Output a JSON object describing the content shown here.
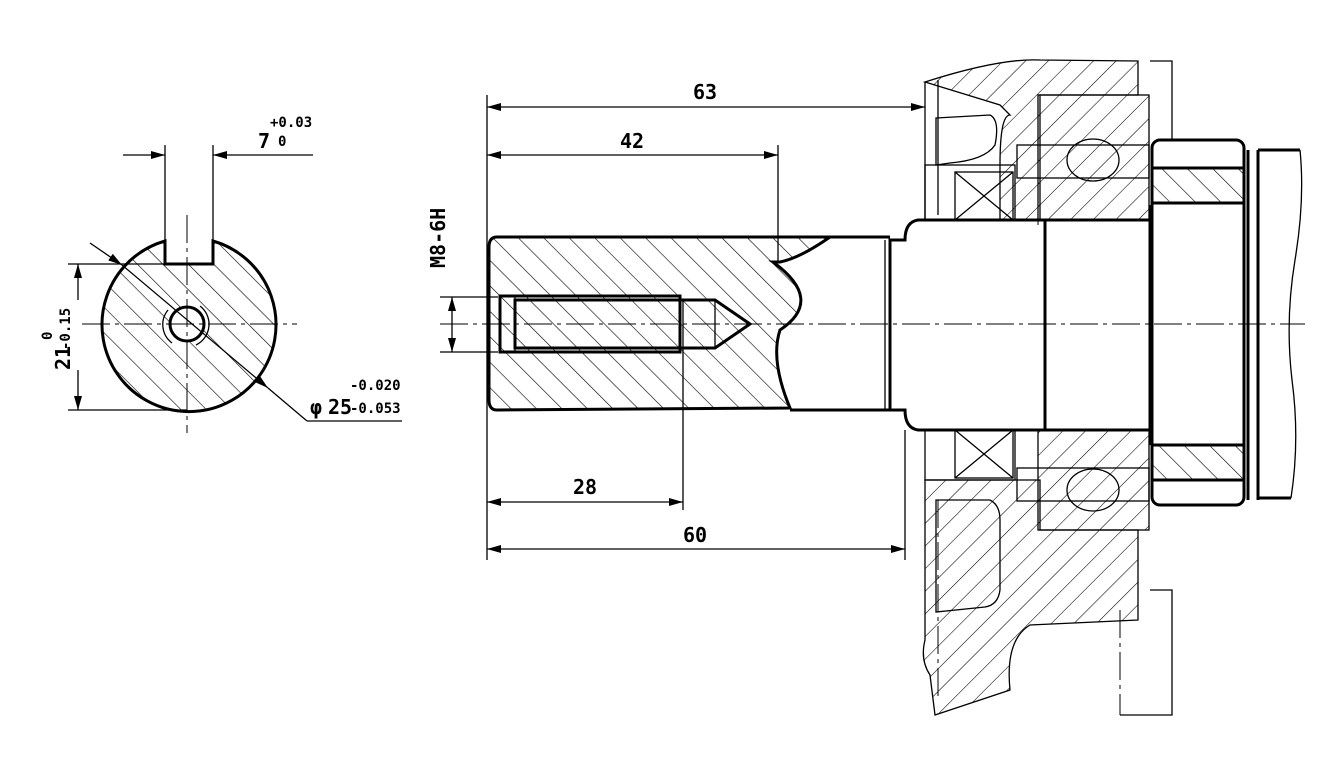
{
  "section_view": {
    "keyway_width": {
      "nominal": "7",
      "upper": "+0.03",
      "lower": "0"
    },
    "key_depth": {
      "nominal": "21",
      "upper": "0",
      "lower": "-0.15"
    },
    "diameter": {
      "symbol": "φ",
      "nominal": "25",
      "upper": "-0.020",
      "lower": "-0.053"
    }
  },
  "side_view": {
    "thread": "M8-6H",
    "dim_overall_top": "63",
    "dim_keyway": "42",
    "dim_hole_depth": "28",
    "dim_overall_bottom": "60"
  },
  "colors": {
    "line": "#000000",
    "background": "#ffffff"
  }
}
